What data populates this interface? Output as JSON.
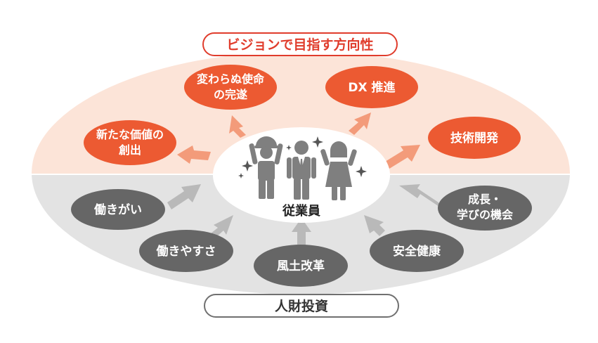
{
  "vision": {
    "title": "ビジョンで目指す方向性",
    "items": [
      {
        "line1": "新たな価値の",
        "line2": "創出"
      },
      {
        "line1": "変わらぬ使命",
        "line2": "の完遂"
      },
      {
        "line1": "DX 推進",
        "line2": ""
      },
      {
        "line1": "技術開発",
        "line2": ""
      }
    ]
  },
  "center": {
    "label": "従業員"
  },
  "investment": {
    "title": "人財投資",
    "items": [
      {
        "line1": "働きがい",
        "line2": ""
      },
      {
        "line1": "働きやすさ",
        "line2": ""
      },
      {
        "line1": "風土改革",
        "line2": ""
      },
      {
        "line1": "安全健康",
        "line2": ""
      },
      {
        "line1": "成長・",
        "line2": "学びの機会"
      }
    ]
  },
  "colors": {
    "vision_bg": "#fce4d8",
    "investment_bg": "#e3e3e3",
    "vision_node": "#ec5a32",
    "vision_arrow": "#f39b7a",
    "investment_node": "#666666",
    "investment_arrow": "#b9b9b9",
    "figure": "#7f7f7f",
    "frame_red": "#e03c2c",
    "frame_gray": "#707070"
  }
}
